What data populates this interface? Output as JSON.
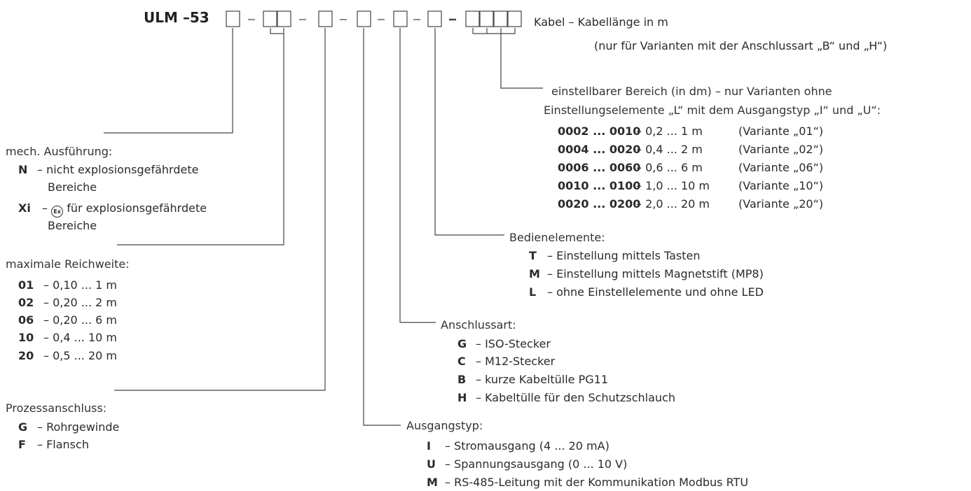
{
  "code": {
    "model": "ULM",
    "dash": "–",
    "number": "53"
  },
  "cable": {
    "line1": "Kabel – Kabellänge in m",
    "line2": "(nur für Varianten mit der Anschlussart „B“ und „H“)"
  },
  "range": {
    "heading1": "einstellbarer Bereich (in dm) – nur Varianten ohne",
    "heading2": "Einstellungselemente „L“ mit dem Ausgangstyp „I“ und „U“:",
    "rows": [
      {
        "code": "0002 ... 0010",
        "value": "– 0,2 ... 1 m",
        "variant": "(Variante „01“)"
      },
      {
        "code": "0004 ... 0020",
        "value": "– 0,4 ... 2 m",
        "variant": "(Variante „02“)"
      },
      {
        "code": "0006 ... 0060",
        "value": "– 0,6 ... 6 m",
        "variant": "(Variante „06“)"
      },
      {
        "code": "0010 ... 0100",
        "value": "– 1,0 ... 10 m",
        "variant": "(Variante „10“)"
      },
      {
        "code": "0020 ... 0200",
        "value": "– 2,0 ... 20 m",
        "variant": "(Variante „20“)"
      }
    ]
  },
  "controls": {
    "heading": "Bedienelemente:",
    "items": [
      {
        "code": "T",
        "text": "– Einstellung mittels Tasten"
      },
      {
        "code": "M",
        "text": "– Einstellung mittels Magnetstift (MP8)"
      },
      {
        "code": "L",
        "text": "– ohne Einstellelemente und ohne LED"
      }
    ]
  },
  "connection": {
    "heading": "Anschlussart:",
    "items": [
      {
        "code": "G",
        "text": "– ISO-Stecker"
      },
      {
        "code": "C",
        "text": "– M12-Stecker"
      },
      {
        "code": "B",
        "text": "– kurze Kabeltülle PG11"
      },
      {
        "code": "H",
        "text": "– Kabeltülle für den Schutzschlauch"
      }
    ]
  },
  "output": {
    "heading": "Ausgangstyp:",
    "items": [
      {
        "code": "I",
        "text": "– Stromausgang (4 ... 20 mA)"
      },
      {
        "code": "U",
        "text": "– Spannungsausgang (0 ... 10 V)"
      },
      {
        "code": "M",
        "text": "– RS-485-Leitung mit der Kommunikation Modbus RTU"
      }
    ]
  },
  "mech": {
    "heading": "mech. Ausführung:",
    "items": [
      {
        "code": "N",
        "text": "– nicht explosionsgefährdete",
        "text2": "Bereiche"
      },
      {
        "code": "Xi",
        "pre": "–",
        "symbol": "Ex",
        "text": "für explosionsgefährdete",
        "text2": "Bereiche"
      }
    ]
  },
  "reach": {
    "heading": "maximale Reichweite:",
    "items": [
      {
        "code": "01",
        "text": "– 0,10 ... 1 m"
      },
      {
        "code": "02",
        "text": "– 0,20 ... 2 m"
      },
      {
        "code": "06",
        "text": "– 0,20 ... 6 m"
      },
      {
        "code": "10",
        "text": "– 0,4 ... 10 m"
      },
      {
        "code": "20",
        "text": "– 0,5 ... 20 m"
      }
    ]
  },
  "process": {
    "heading": "Prozessanschluss:",
    "items": [
      {
        "code": "G",
        "text": "– Rohrgewinde"
      },
      {
        "code": "F",
        "text": "– Flansch"
      }
    ]
  },
  "colors": {
    "line": "#444444",
    "text": "#2b2b2b"
  }
}
